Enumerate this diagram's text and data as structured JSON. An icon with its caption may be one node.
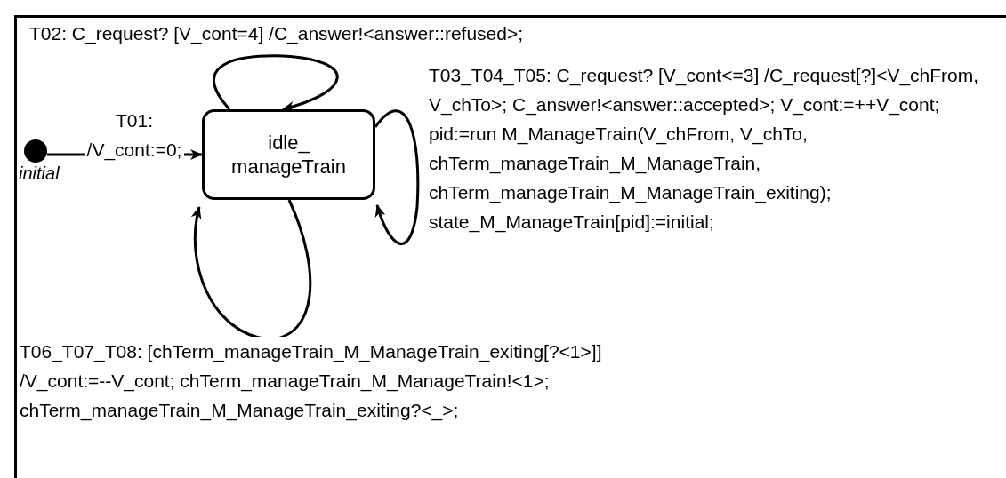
{
  "diagram": {
    "nodes": [
      {
        "text": [],
        "shape": "box"
      },
      {
        "text": [],
        "shape": "circle",
        "in": 0,
        "beside": [
          "initial"
        ]
      },
      {
        "text": [
          "idle_ manageTrain"
        ],
        "in": 0
      }
    ],
    "edges": [
      {
        "from": 1,
        "to": 2,
        "arrow": "to",
        "label": "T01: /V_cont:=0;"
      },
      {
        "from": 2,
        "to": 2,
        "arrow": "to",
        "label": "T02: C_request? [V_cont=4] /C_answer!<answer::refused>;"
      },
      {
        "from": 2,
        "to": 2,
        "arrow": "to",
        "label": "T03_T04_T05: C_request? [V_cont<=3] /C_request[?]<V_chFrom, V_chTo>; C_answer!<answer::accepted>; V_cont:=++V_cont; pid:=run M_ManageTrain(V_chFrom, V_chTo, chTerm_manageTrain_M_ManageTrain, chTerm_manageTrain_M_ManageTrain_exiting); state_M_ManageTrain[pid]:=initial;"
      },
      {
        "from": 2,
        "to": 2,
        "arrow": "to",
        "label": "T06_T07_T08: [chTerm_manageTrain_M_ManageTrain_exiting[?<1>]] /V_cont:=--V_cont; chTerm_manageTrain_M_ManageTrain!<1>; chTerm_manageTrain_M_ManageTrain_exiting?<_>;"
      }
    ]
  }
}
